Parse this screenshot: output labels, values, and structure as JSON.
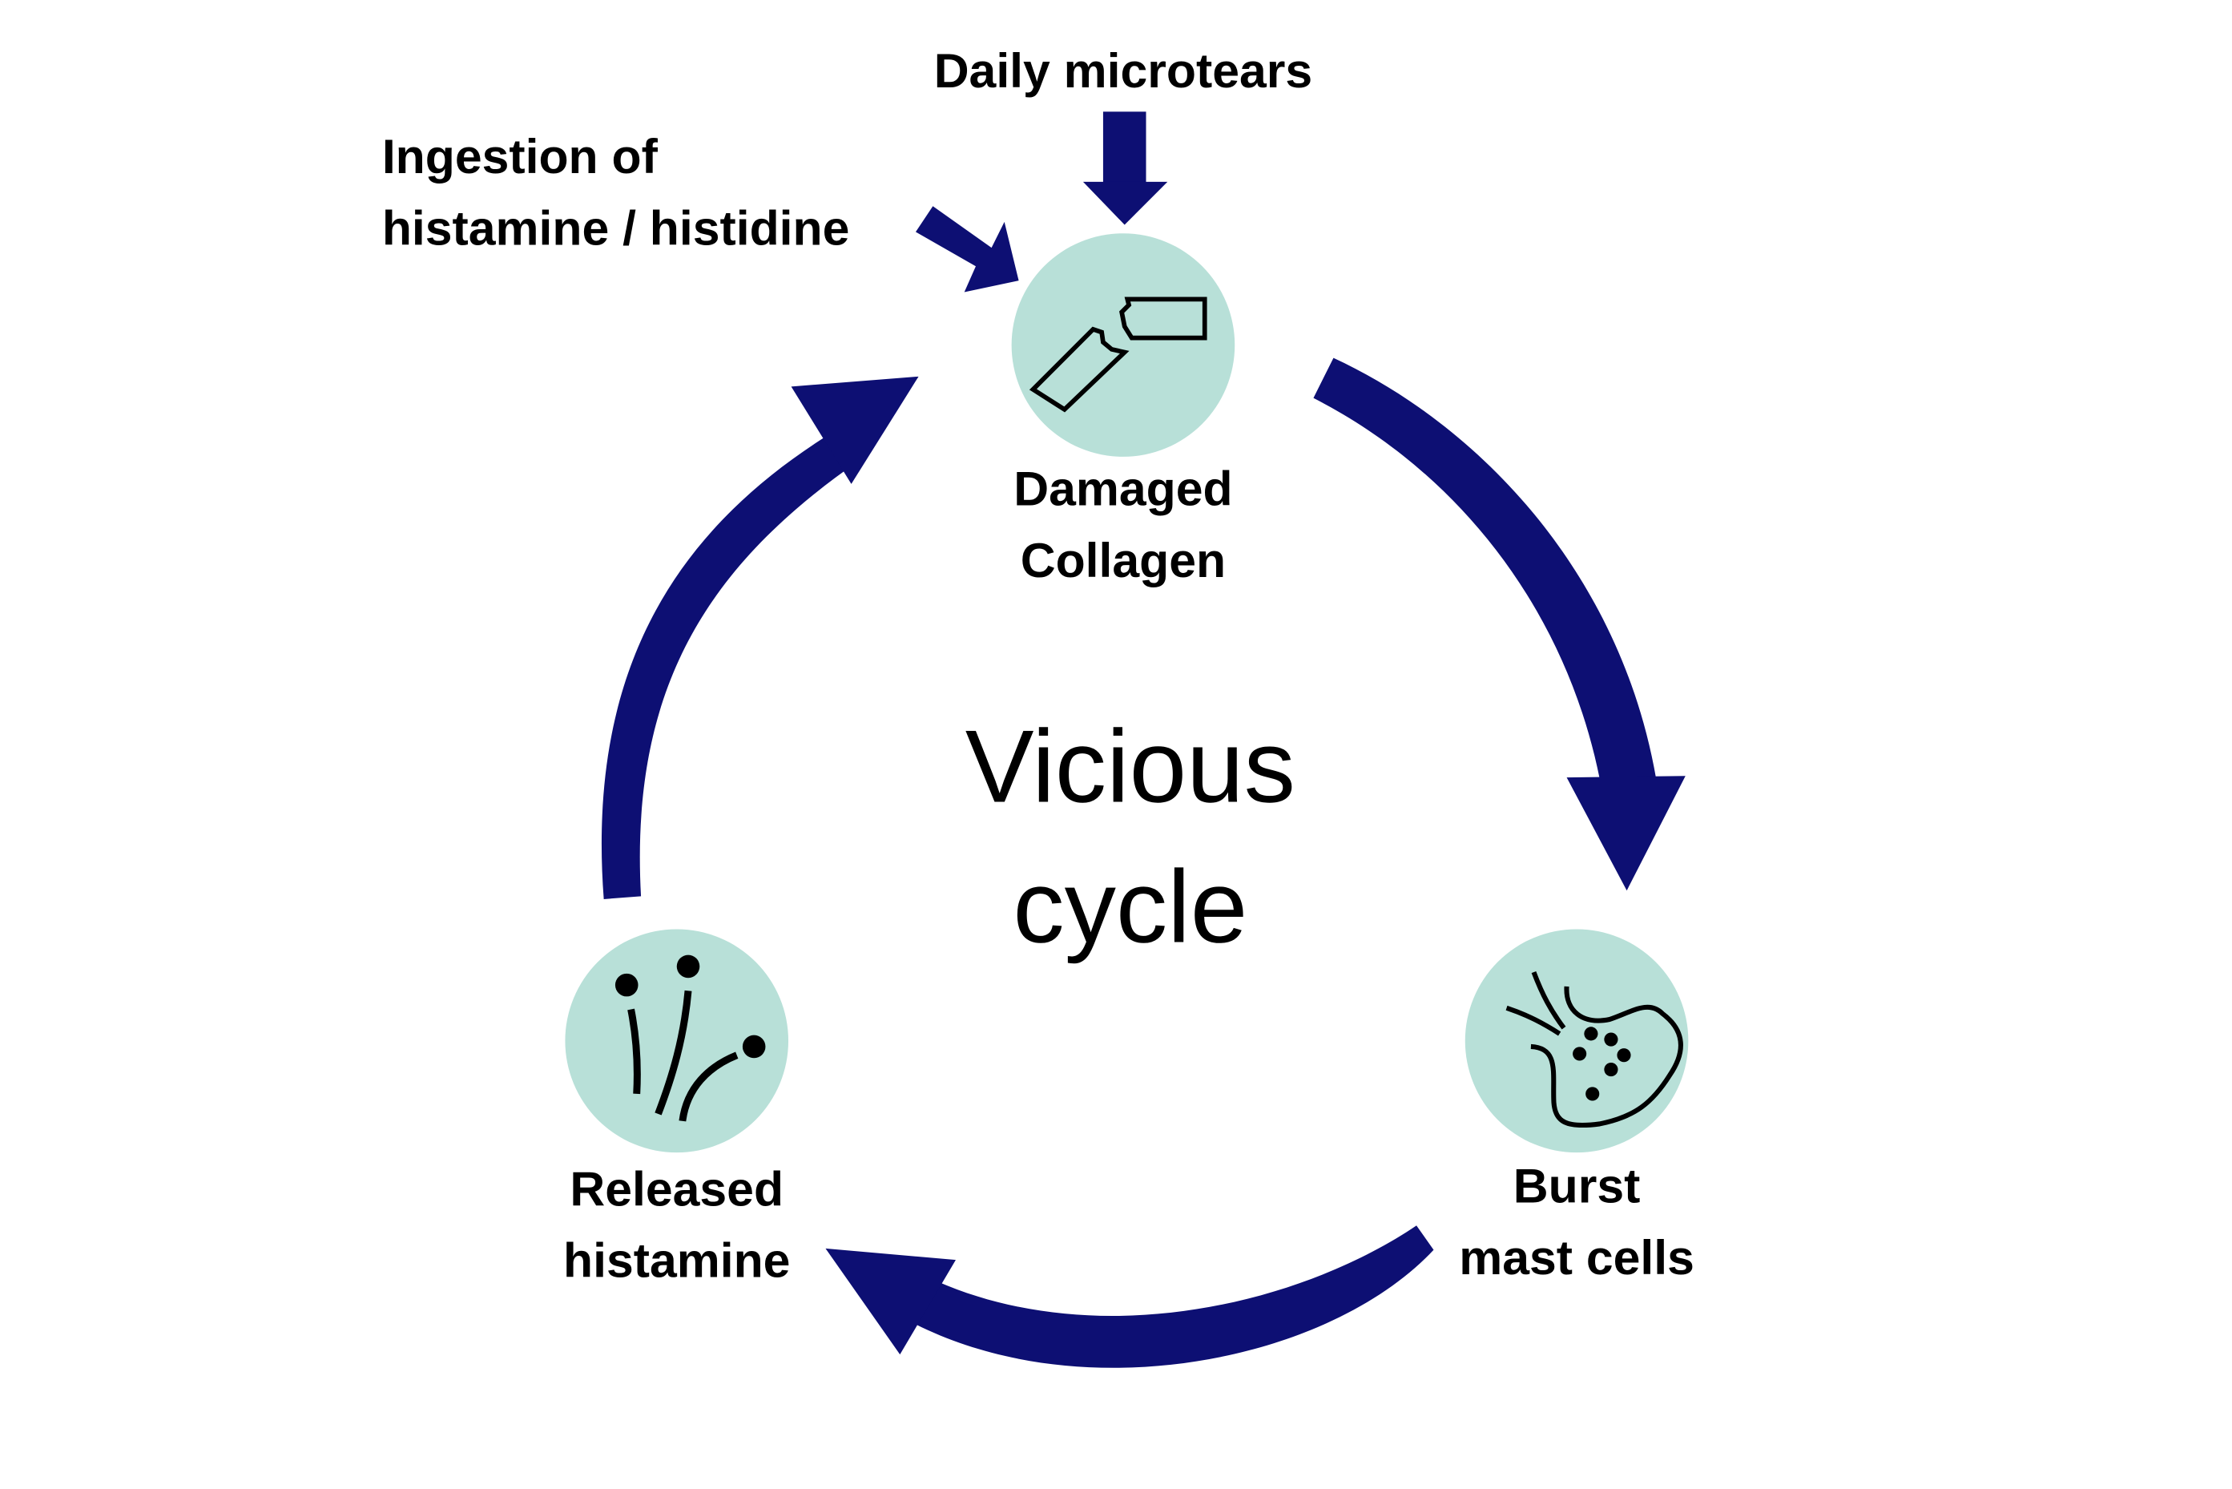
{
  "colors": {
    "arrow": "#0d0f73",
    "node_fill": "#b8e0d8",
    "icon_stroke": "#000000",
    "text": "#000000",
    "background": "#ffffff"
  },
  "center_label": {
    "line1": "Vicious",
    "line2": "cycle"
  },
  "inputs": [
    {
      "id": "daily-microtears",
      "line1": "Daily microtears",
      "target": "damaged-collagen"
    },
    {
      "id": "ingestion",
      "line1": "Ingestion of",
      "line2": "histamine / histidine",
      "target": "damaged-collagen"
    }
  ],
  "nodes": [
    {
      "id": "damaged-collagen",
      "icon": "broken-fiber-icon",
      "line1": "Damaged",
      "line2": "Collagen"
    },
    {
      "id": "burst-mast-cells",
      "icon": "burst-cell-icon",
      "line1": "Burst",
      "line2": "mast cells"
    },
    {
      "id": "released-histamine",
      "icon": "histamine-molecules-icon",
      "line1": "Released",
      "line2": "histamine"
    }
  ],
  "cycle_edges": [
    {
      "from": "damaged-collagen",
      "to": "burst-mast-cells"
    },
    {
      "from": "burst-mast-cells",
      "to": "released-histamine"
    },
    {
      "from": "released-histamine",
      "to": "damaged-collagen"
    }
  ]
}
